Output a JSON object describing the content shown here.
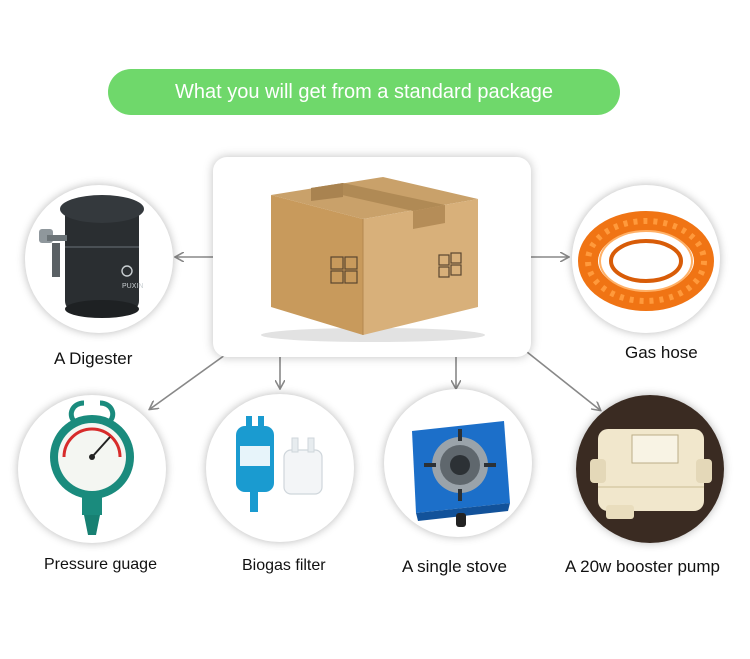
{
  "banner": {
    "text": "What you will get from a standard package"
  },
  "colors": {
    "banner": "#6fd86b",
    "arrow": "#888888"
  },
  "items": [
    {
      "label": "A Digester",
      "icon": "digester-icon"
    },
    {
      "label": "Gas hose",
      "icon": "gas-hose-icon"
    },
    {
      "label": "Pressure guage",
      "icon": "pressure-gauge-icon"
    },
    {
      "label": "Biogas filter",
      "icon": "biogas-filter-icon"
    },
    {
      "label": "A single stove",
      "icon": "stove-icon"
    },
    {
      "label": "A 20w booster pump",
      "icon": "booster-pump-icon"
    }
  ],
  "box_print": "PUXIN"
}
